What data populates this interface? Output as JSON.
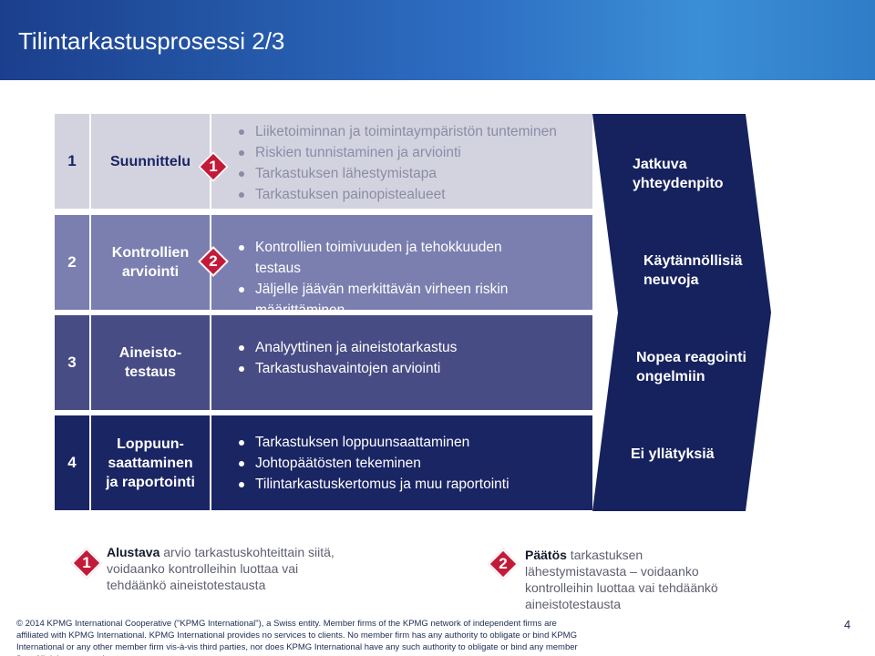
{
  "header": {
    "title": "Tilintarkastusprosessi 2/3"
  },
  "colors": {
    "row1": "#d3d3e0",
    "row2": "#7a7fb0",
    "row3": "#484c85",
    "row4": "#1a2564",
    "arrow": "#16225e",
    "diamond": "#c21b3a"
  },
  "rows": [
    {
      "number": "1",
      "label": "Suunnittelu",
      "bullets": [
        "Liiketoiminnan ja toimintaympäristön tunteminen",
        "Riskien tunnistaminen ja arviointi",
        "Tarkastuksen lähestymistapa",
        "Tarkastuksen painopistealueet"
      ],
      "marker": "1"
    },
    {
      "number": "2",
      "label": "Kontrollien\narviointi",
      "bullets": [
        "Kontrollien toimivuuden ja tehokkuuden testaus",
        "Jäljelle jäävän merkittävän virheen riskin määrittäminen"
      ],
      "marker": "2"
    },
    {
      "number": "3",
      "label": "Aineisto-\ntestaus",
      "bullets": [
        "Analyyttinen ja aineistotarkastus",
        "Tarkastushavaintojen arviointi"
      ]
    },
    {
      "number": "4",
      "label": "Loppuun-\nsaattaminen\nja raportointi",
      "bullets": [
        "Tarkastuksen loppuunsaattaminen",
        "Johtopäätösten tekeminen",
        "Tilintarkastuskertomus ja muu raportointi"
      ]
    }
  ],
  "right_panel": [
    "Jatkuva\nyhteydenpito",
    "Käytännöllisiä\nneuvoja",
    "Nopea reagointi\nongelmiin",
    "Ei yllätyksiä"
  ],
  "notes": [
    {
      "marker": "1",
      "bold": "Alustava",
      "rest": " arvio tarkastuskohteittain siitä, voidaanko kontrolleihin luottaa vai tehdäänkö aineistotestausta"
    },
    {
      "marker": "2",
      "bold": "Päätös",
      "rest": " tarkastuksen lähestymistavasta – voidaanko kontrolleihin luottaa vai tehdäänkö aineistotestausta"
    }
  ],
  "footer": {
    "text": "© 2014 KPMG International Cooperative (\"KPMG International\"), a Swiss entity. Member firms of the KPMG network of independent firms are affiliated with KPMG International. KPMG International provides no services to clients. No member firm has any authority to obligate or bind KPMG International or any other member firm vis-à-vis third parties, nor does KPMG International have any such authority to obligate or bind any member firm. All rights reserved.",
    "page_number": "4"
  }
}
